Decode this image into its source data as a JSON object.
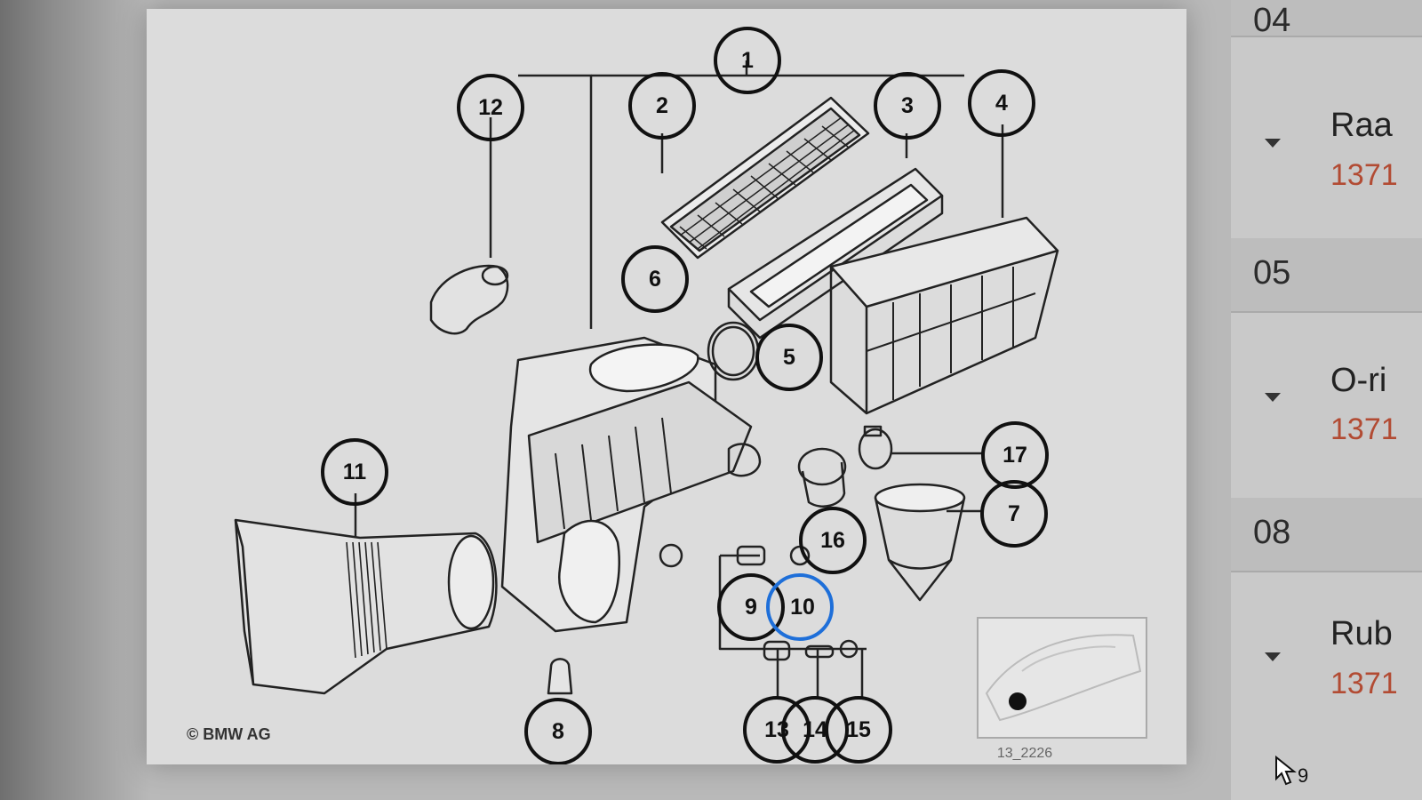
{
  "diagram": {
    "copyright": "© BMW AG",
    "image_code": "13_2226",
    "callouts": [
      "1",
      "2",
      "3",
      "4",
      "5",
      "6",
      "7",
      "8",
      "9",
      "10",
      "11",
      "12",
      "13",
      "14",
      "15",
      "16",
      "17"
    ],
    "selected_callout": "10",
    "selected_color": "#1e6fd9"
  },
  "parts_list": {
    "groups": [
      {
        "number": "04"
      },
      {
        "number": "05"
      },
      {
        "number": "08"
      }
    ],
    "items": [
      {
        "name": "Raa",
        "part_number": "1371"
      },
      {
        "name": "O-ri",
        "part_number": "1371"
      },
      {
        "name": "Rub",
        "part_number": "1371"
      }
    ],
    "part_number_color": "#b24b33"
  },
  "cursor_label": "9"
}
